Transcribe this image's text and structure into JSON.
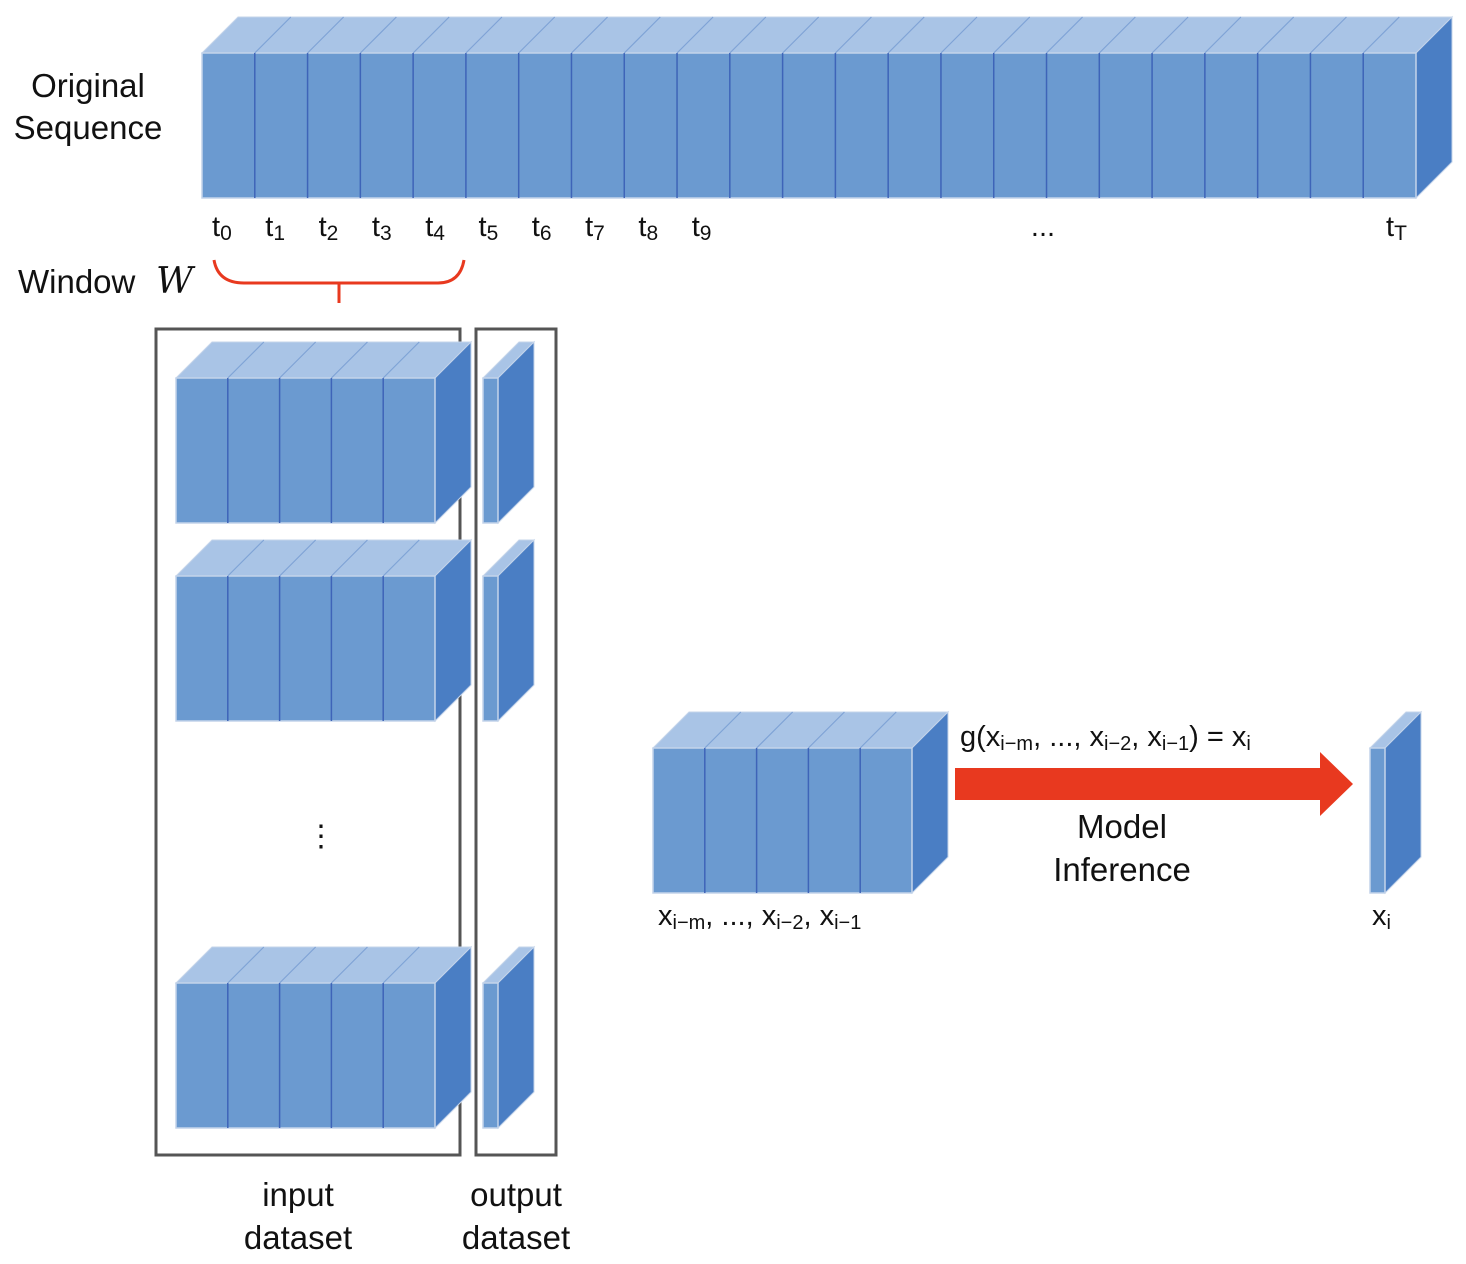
{
  "labels": {
    "original_line1": "Original",
    "original_line2": "Sequence",
    "window_word": "Window",
    "window_symbol": "W",
    "ticks": [
      {
        "base": "t",
        "sub": "0"
      },
      {
        "base": "t",
        "sub": "1"
      },
      {
        "base": "t",
        "sub": "2"
      },
      {
        "base": "t",
        "sub": "3"
      },
      {
        "base": "t",
        "sub": "4"
      },
      {
        "base": "t",
        "sub": "5"
      },
      {
        "base": "t",
        "sub": "6"
      },
      {
        "base": "t",
        "sub": "7"
      },
      {
        "base": "t",
        "sub": "8"
      },
      {
        "base": "t",
        "sub": "9"
      }
    ],
    "ellipsis": "...",
    "last_tick": {
      "base": "t",
      "sub": "T"
    },
    "vertical_ellipsis": "⋮",
    "input_line1": "input",
    "input_line2": "dataset",
    "output_line1": "output",
    "output_line2": "dataset",
    "formula": {
      "g_open": "g(x",
      "s1": "i−m",
      "p2": ", ..., x",
      "s2": "i−2",
      "p3": ", x",
      "s3": "i−1",
      "p4": ") = x",
      "s4": "i"
    },
    "model_line1": "Model",
    "model_line2": "Inference",
    "input_seq": {
      "p1": "x",
      "s1": "i−m",
      "p2": ", ..., x",
      "s2": "i−2",
      "p3": ", x",
      "s3": "i−1"
    },
    "output_seq": {
      "p1": "x",
      "s1": "i"
    }
  },
  "colors": {
    "front": "#6b9ad0",
    "top": "#a9c4e6",
    "side": "#4a7ec4",
    "divider": "#3e64b8",
    "frame": "#555555",
    "accent_red": "#e8391f"
  },
  "icons": {
    "arrow": "right-arrow-icon",
    "brace": "curly-brace-icon"
  }
}
